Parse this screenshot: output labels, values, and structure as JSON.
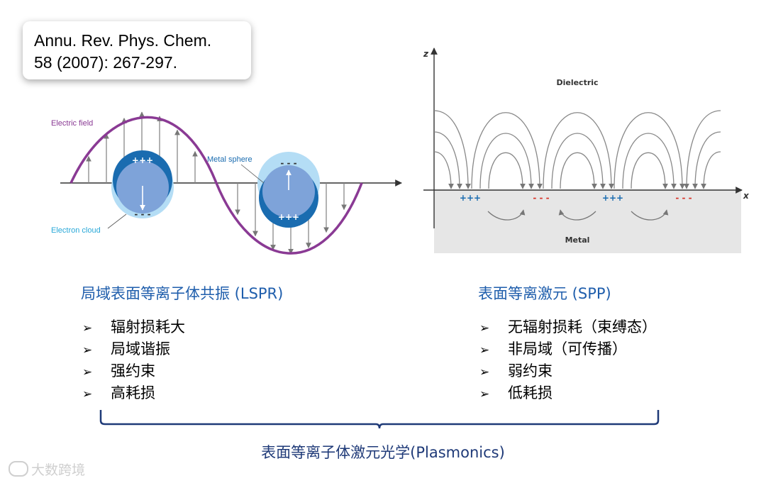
{
  "reference": {
    "line1": "Annu. Rev. Phys. Chem.",
    "line2": "58 (2007): 267-297."
  },
  "lspr_figure": {
    "electric_field_label": "Electric field",
    "metal_sphere_label": "Metal sphere",
    "electron_cloud_label": "Electron cloud",
    "sphere1_top_charge": "+++",
    "sphere1_bottom_charge": "- - -",
    "sphere2_top_charge": "- - -",
    "sphere2_bottom_charge": "+++",
    "wave_color": "#8a3a94",
    "sphere_dark": "#1a6cb0",
    "sphere_mid": "#7ea3d9",
    "sphere_light": "#b4ddf5"
  },
  "spp_figure": {
    "z_label": "z",
    "x_label": "x",
    "dielectric_label": "Dielectric",
    "metal_label": "Metal",
    "charges": [
      "+++",
      "- - -",
      "+++",
      "- - -"
    ],
    "plus_color": "#1a6cb0",
    "minus_color": "#d9352a"
  },
  "lspr": {
    "title": "局域表面等离子体共振 (LSPR)",
    "items": [
      "辐射损耗大",
      "局域谐振",
      "强约束",
      "高耗损"
    ]
  },
  "spp": {
    "title": "表面等离激元 (SPP)",
    "items": [
      "无辐射损耗（束缚态）",
      "非局域（可传播）",
      "弱约束",
      "低耗损"
    ]
  },
  "bullet_symbol": "➢",
  "footer": "表面等离子体激元光学(Plasmonics)",
  "watermark": "大数跨境"
}
